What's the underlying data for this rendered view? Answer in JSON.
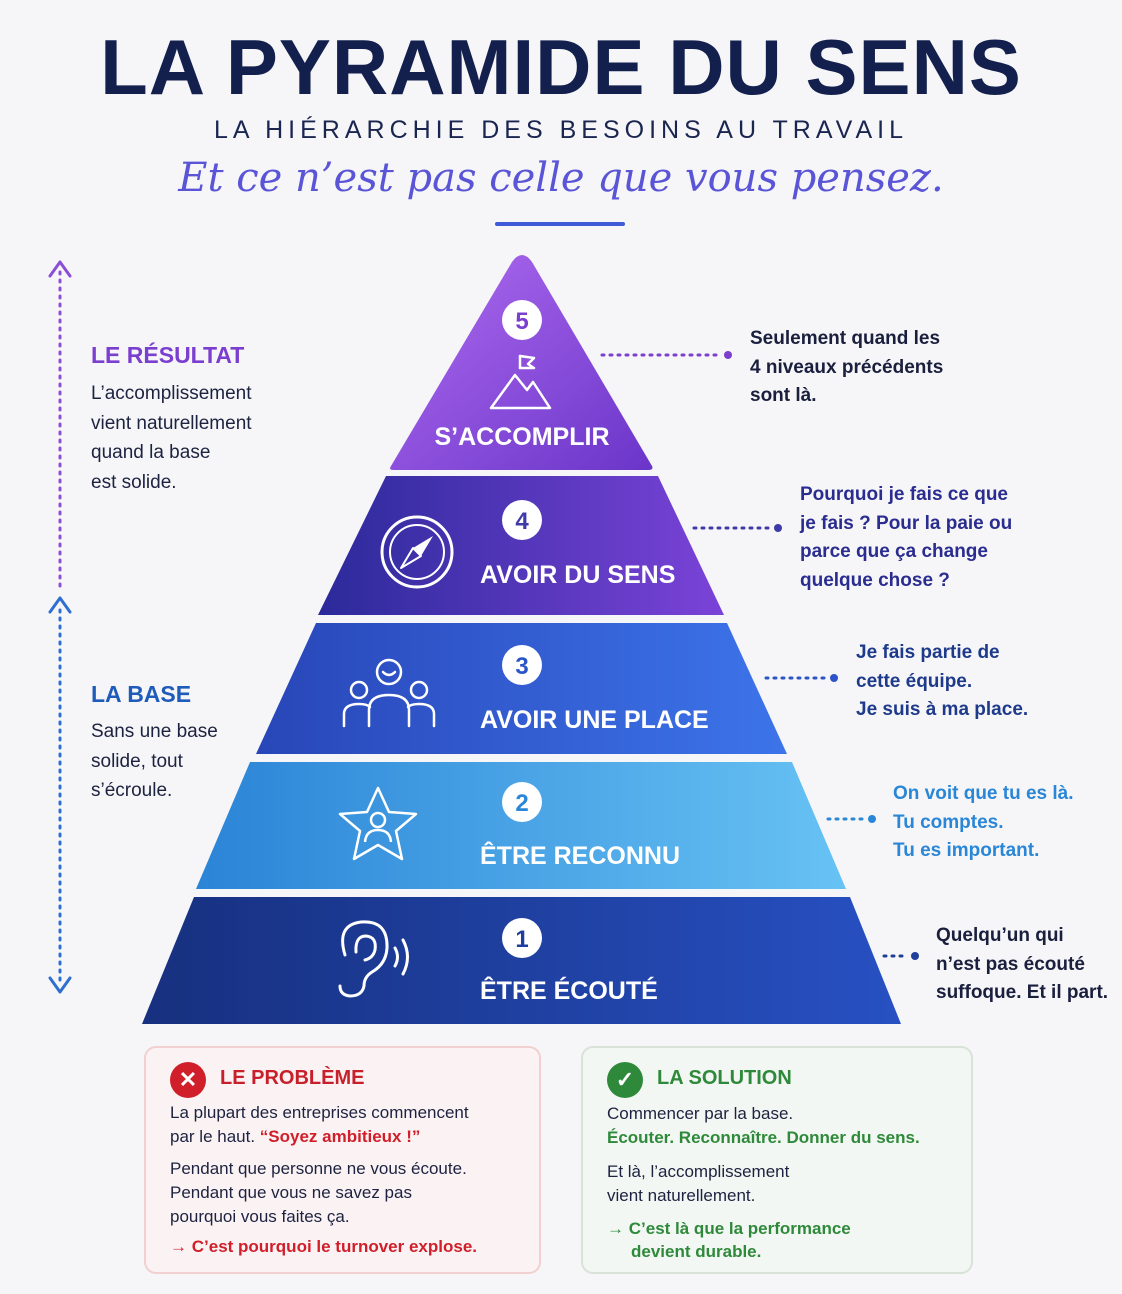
{
  "header": {
    "title": "LA PYRAMIDE DU SENS",
    "subtitle": "LA HIÉRARCHIE DES BESOINS AU TRAVAIL",
    "tagline": "Et ce n’est pas celle que vous pensez."
  },
  "left_sections": {
    "result": {
      "heading": "LE RÉSULTAT",
      "body": "L’accomplissement\nvient naturellement\nquand la base\nest solide."
    },
    "base": {
      "heading": "LA BASE",
      "body": "Sans une base\nsolide, tout\ns’écroule."
    }
  },
  "levels": [
    {
      "number": "1",
      "label": "ÊTRE ÉCOUTÉ",
      "icon": "ear-icon",
      "note": "Quelqu’un qui\nn’est pas écouté\nsuffoque. Et il part."
    },
    {
      "number": "2",
      "label": "ÊTRE RECONNU",
      "icon": "star-person-icon",
      "note": "On voit que tu es là.\nTu comptes.\nTu es important."
    },
    {
      "number": "3",
      "label": "AVOIR UNE PLACE",
      "icon": "team-icon",
      "note": "Je fais partie de\ncette équipe.\nJe suis à ma place."
    },
    {
      "number": "4",
      "label": "AVOIR DU SENS",
      "icon": "compass-icon",
      "note": "Pourquoi je fais ce que\nje fais ? Pour la paie ou\nparce que ça change\nquelque chose ?"
    },
    {
      "number": "5",
      "label": "S’ACCOMPLIR",
      "icon": "mountain-flag-icon",
      "note": "Seulement quand les\n4 niveaux précédents\nsont là."
    }
  ],
  "problem": {
    "title": "LE PROBLÈME",
    "line1": "La plupart des entreprises commencent",
    "line2_prefix": "par le haut. ",
    "line2_quote": "“Soyez ambitieux !”",
    "line3": "Pendant que personne ne vous écoute.",
    "line4": "Pendant que vous ne savez pas",
    "line5": "pourquoi vous faites ça.",
    "conclusion": "C’est pourquoi le turnover explose."
  },
  "solution": {
    "title": "LA SOLUTION",
    "line1": "Commencer par la base.",
    "line2": "Écouter. Reconnaître. Donner du sens.",
    "line3": "Et là, l’accomplissement",
    "line4": "vient naturellement.",
    "conclusion1": "C’est là que la performance",
    "conclusion2": "devient durable."
  },
  "colors": {
    "title": "#13204d",
    "purple": "#7b3fcf",
    "blue": "#1f5bb8",
    "red": "#d01f2a",
    "green": "#2e8a3a",
    "tier5": "#8e4bdc",
    "tier4": "#4a3ab8",
    "tier3": "#2f5ed6",
    "tier2": "#4aa3e6",
    "tier1": "#1e3f9c"
  }
}
